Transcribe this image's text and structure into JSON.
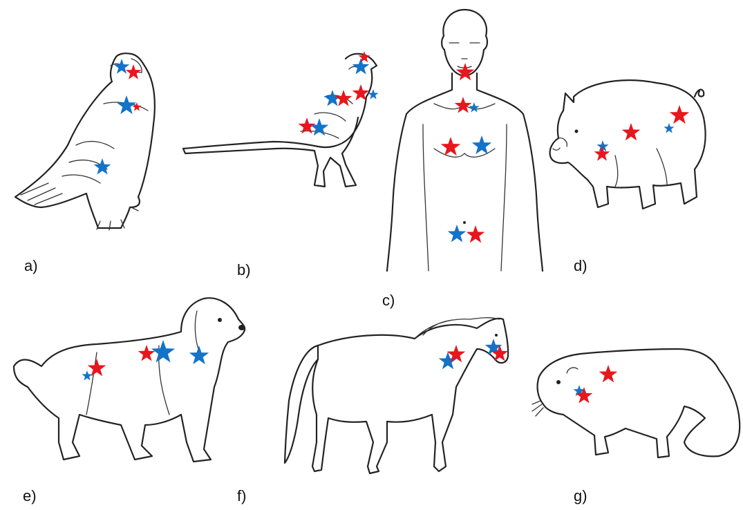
{
  "panels": [
    {
      "id": "a",
      "label": "a)",
      "subject": "eagle"
    },
    {
      "id": "b",
      "label": "b)",
      "subject": "pheasant"
    },
    {
      "id": "c",
      "label": "c)",
      "subject": "human"
    },
    {
      "id": "d",
      "label": "d)",
      "subject": "pig"
    },
    {
      "id": "e",
      "label": "e)",
      "subject": "dog"
    },
    {
      "id": "f",
      "label": "f)",
      "subject": "horse"
    },
    {
      "id": "g",
      "label": "g)",
      "subject": "ferret"
    }
  ],
  "marker_colors": {
    "red": "#e8161d",
    "blue": "#1273c8"
  },
  "marker_icon": "star-icon"
}
